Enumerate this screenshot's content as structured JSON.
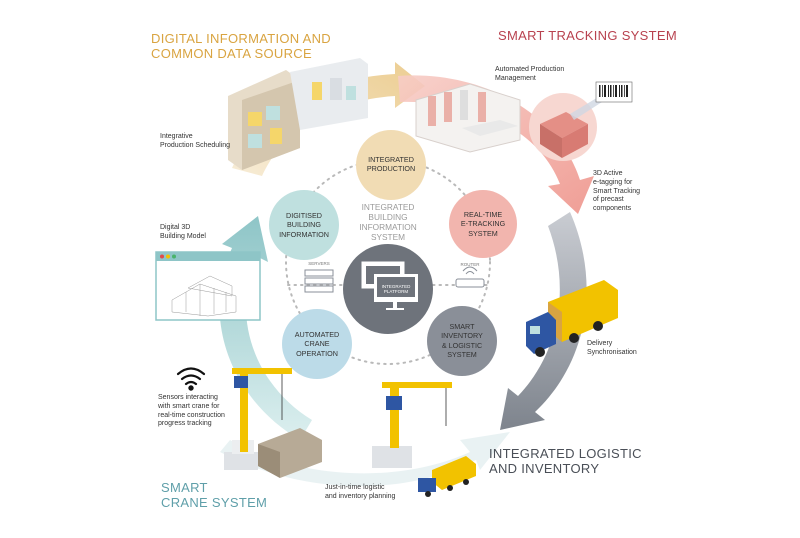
{
  "headings": {
    "digital_info": "DIGITAL INFORMATION AND\nCOMMON DATA SOURCE",
    "smart_tracking": "SMART TRACKING SYSTEM",
    "integrated_logistic": "INTEGRATED LOGISTIC\nAND INVENTORY",
    "smart_crane": "SMART\nCRANE SYSTEM"
  },
  "annotations": {
    "automated_production": "Automated Production\nManagement",
    "integrative_scheduling": "Integrative\nProduction Scheduling",
    "e_tagging": "3D Active\ne-tagging for\nSmart Tracking\nof precast\ncomponents",
    "digital_3d_model": "Digital 3D\nBuilding Model",
    "delivery_sync": "Delivery\nSynchronisation",
    "sensors": "Sensors interacting\nwith smart crane for\nreal-time construction\nprogress tracking",
    "just_in_time": "Just-in-time logistic\nand inventory planning"
  },
  "center": {
    "title": "INTEGRATED\nBUILDING\nINFORMATION\nSYSTEM",
    "servers_label": "SERVERS",
    "router_label": "ROUTER",
    "platform_label": "INTEGRATED\nPLATFORM"
  },
  "nodes": {
    "integrated_production": "INTEGRATED\nPRODUCTION",
    "digitised_building": "DIGITISED\nBUILDING\nINFORMATION",
    "realtime_tracking": "REAL-TIME\nE-TRACKING\nSYSTEM",
    "automated_crane": "AUTOMATED\nCRANE\nOPERATION",
    "smart_inventory": "SMART\nINVENTORY\n& LOGISTIC\nSYSTEM"
  },
  "colors": {
    "orange": "#d9a441",
    "orange_light": "#f1dcb4",
    "pink": "#b8424f",
    "pink_light": "#f2b5ae",
    "gray_dark": "#4a4f57",
    "gray_arrow": "#8a8f98",
    "teal": "#5f9fa9",
    "teal_light": "#a6d3d6",
    "blue_light": "#bcdbe8",
    "yellow": "#f2c200",
    "truck_blue": "#2e56a3"
  },
  "icons": {
    "wifi": "wifi-icon",
    "barcode": "barcode-icon",
    "servers": "server-icon",
    "router": "router-icon",
    "platform": "monitor-icon"
  }
}
